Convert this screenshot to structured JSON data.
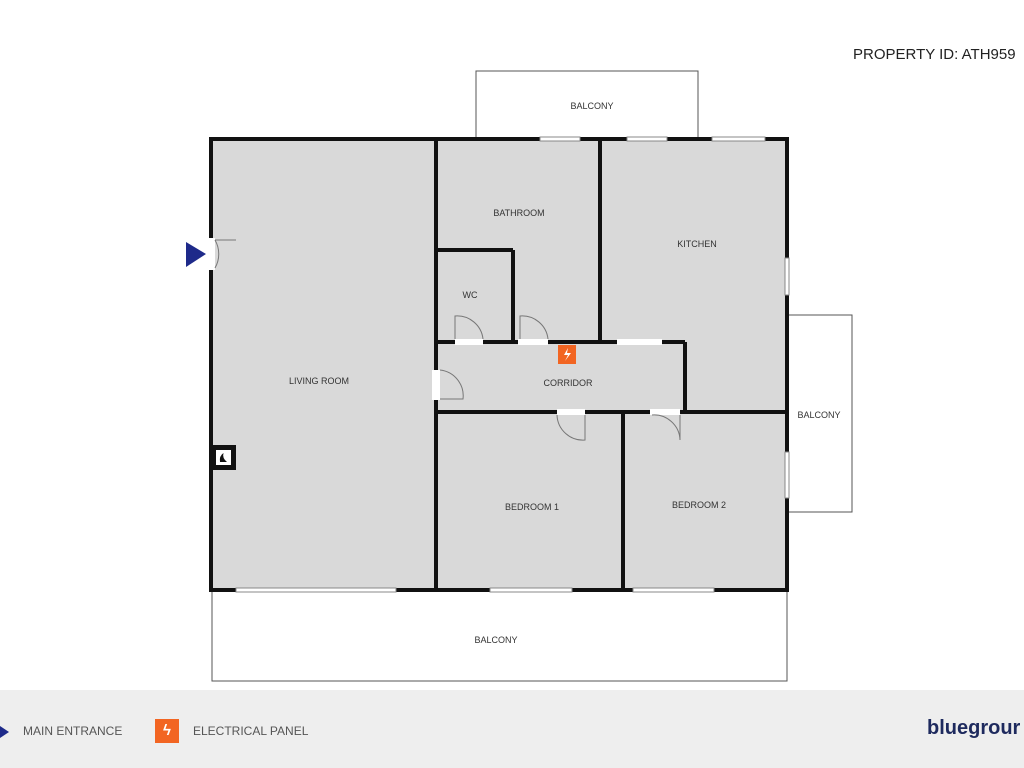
{
  "property_id": "PROPERTY ID: ATH959",
  "rooms": {
    "living_room": "LIVING ROOM",
    "bathroom": "BATHROOM",
    "wc": "WC",
    "kitchen": "KITCHEN",
    "corridor": "CORRIDOR",
    "bedroom1": "BEDROOM 1",
    "bedroom2": "BEDROOM 2",
    "balcony_top": "BALCONY",
    "balcony_right": "BALCONY",
    "balcony_bottom": "BALCONY"
  },
  "legend": {
    "main_entrance": "MAIN ENTRANCE",
    "electrical_panel": "ELECTRICAL PANEL"
  },
  "brand": "bluegrour",
  "colors": {
    "floor": "#d9d9d9",
    "wall": "#111111",
    "accent": "#f26522",
    "entrance": "#1e2a8a",
    "brand": "#1e2a5e"
  }
}
